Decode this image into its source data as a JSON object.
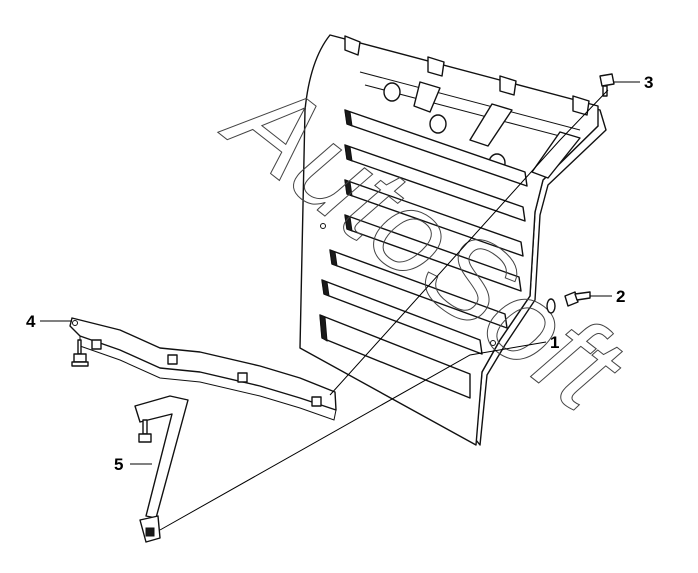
{
  "diagram": {
    "corner_mark": "",
    "watermark": "AutoSoft",
    "callouts": [
      {
        "id": "1",
        "label": "1"
      },
      {
        "id": "2",
        "label": "2"
      },
      {
        "id": "3",
        "label": "3"
      },
      {
        "id": "4",
        "label": "4"
      },
      {
        "id": "5",
        "label": "5"
      }
    ]
  }
}
